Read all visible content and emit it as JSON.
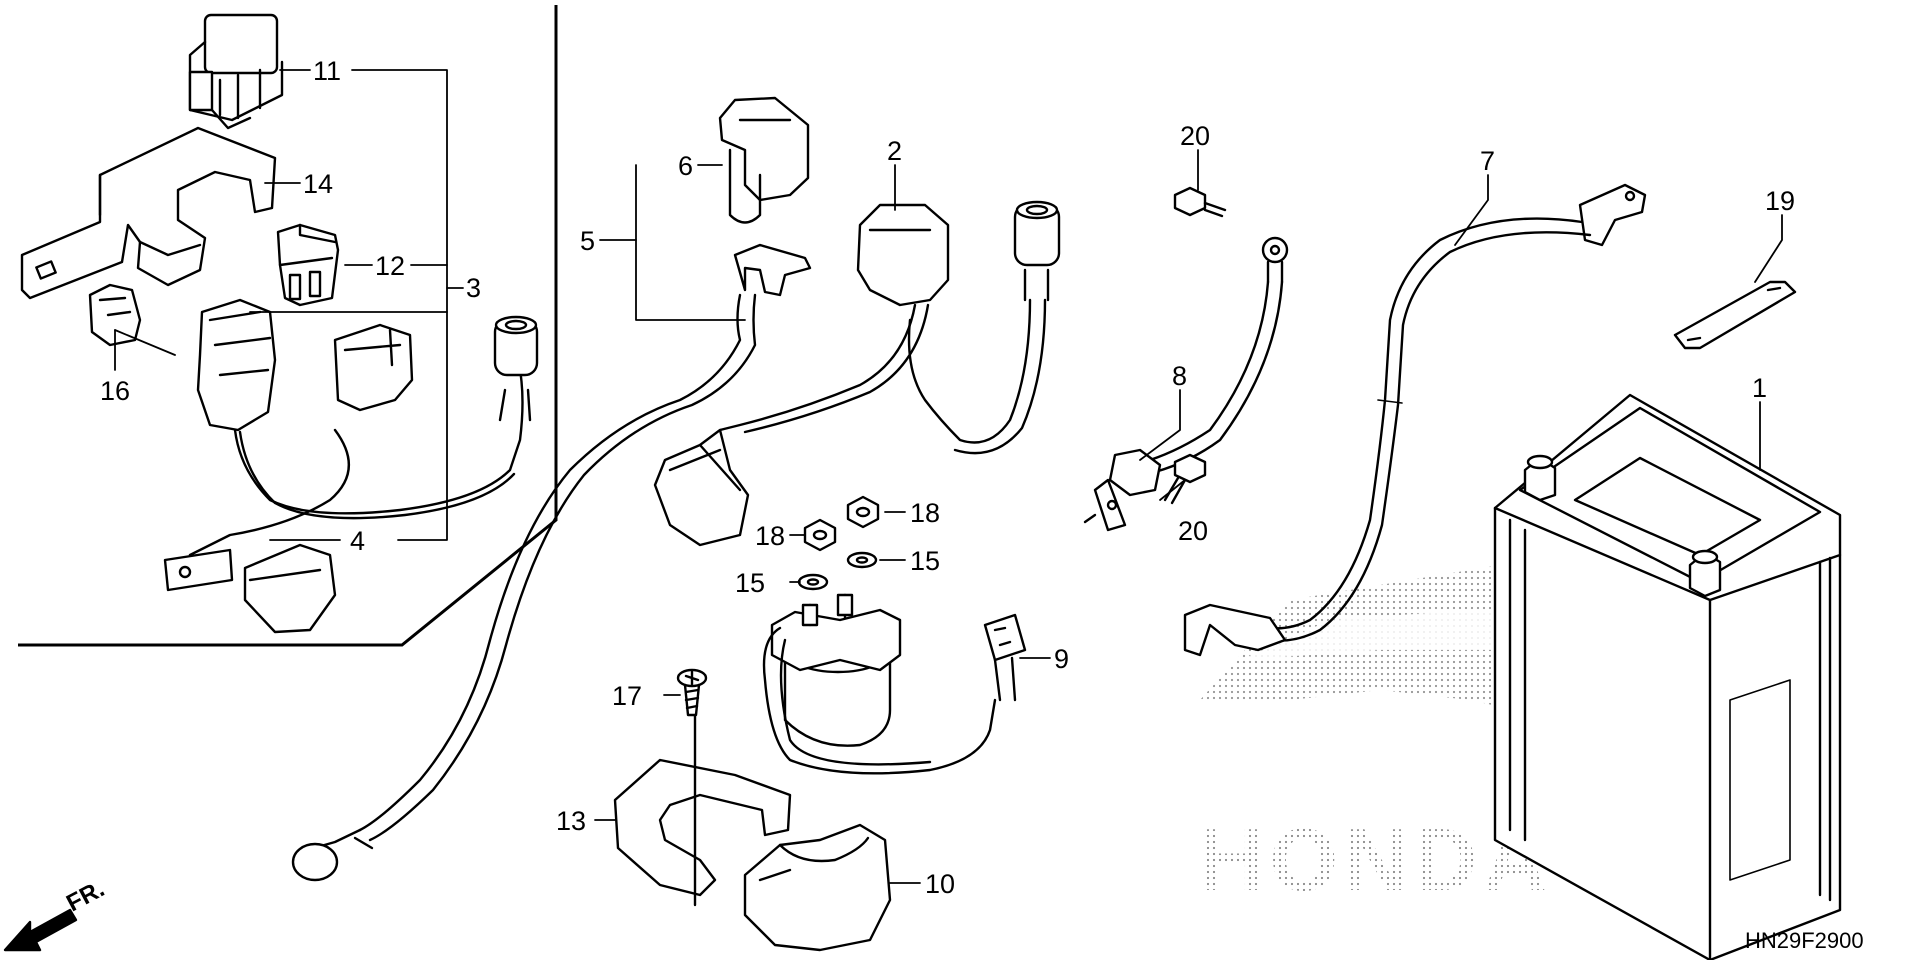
{
  "diagram": {
    "drawing_code": "HN29F2900",
    "direction_label": "FR.",
    "watermark_text": "HONDA",
    "callouts": {
      "c1": "1",
      "c2": "2",
      "c3": "3",
      "c4": "4",
      "c5": "5",
      "c6": "6",
      "c7": "7",
      "c8": "8",
      "c9": "9",
      "c10": "10",
      "c11": "11",
      "c12": "12",
      "c13": "13",
      "c14": "14",
      "c15a": "15",
      "c15b": "15",
      "c16": "16",
      "c17": "17",
      "c18a": "18",
      "c18b": "18",
      "c19": "19",
      "c20a": "20",
      "c20b": "20"
    },
    "colors": {
      "line": "#000000",
      "background": "#ffffff",
      "watermark": "#9a9a9a"
    }
  }
}
